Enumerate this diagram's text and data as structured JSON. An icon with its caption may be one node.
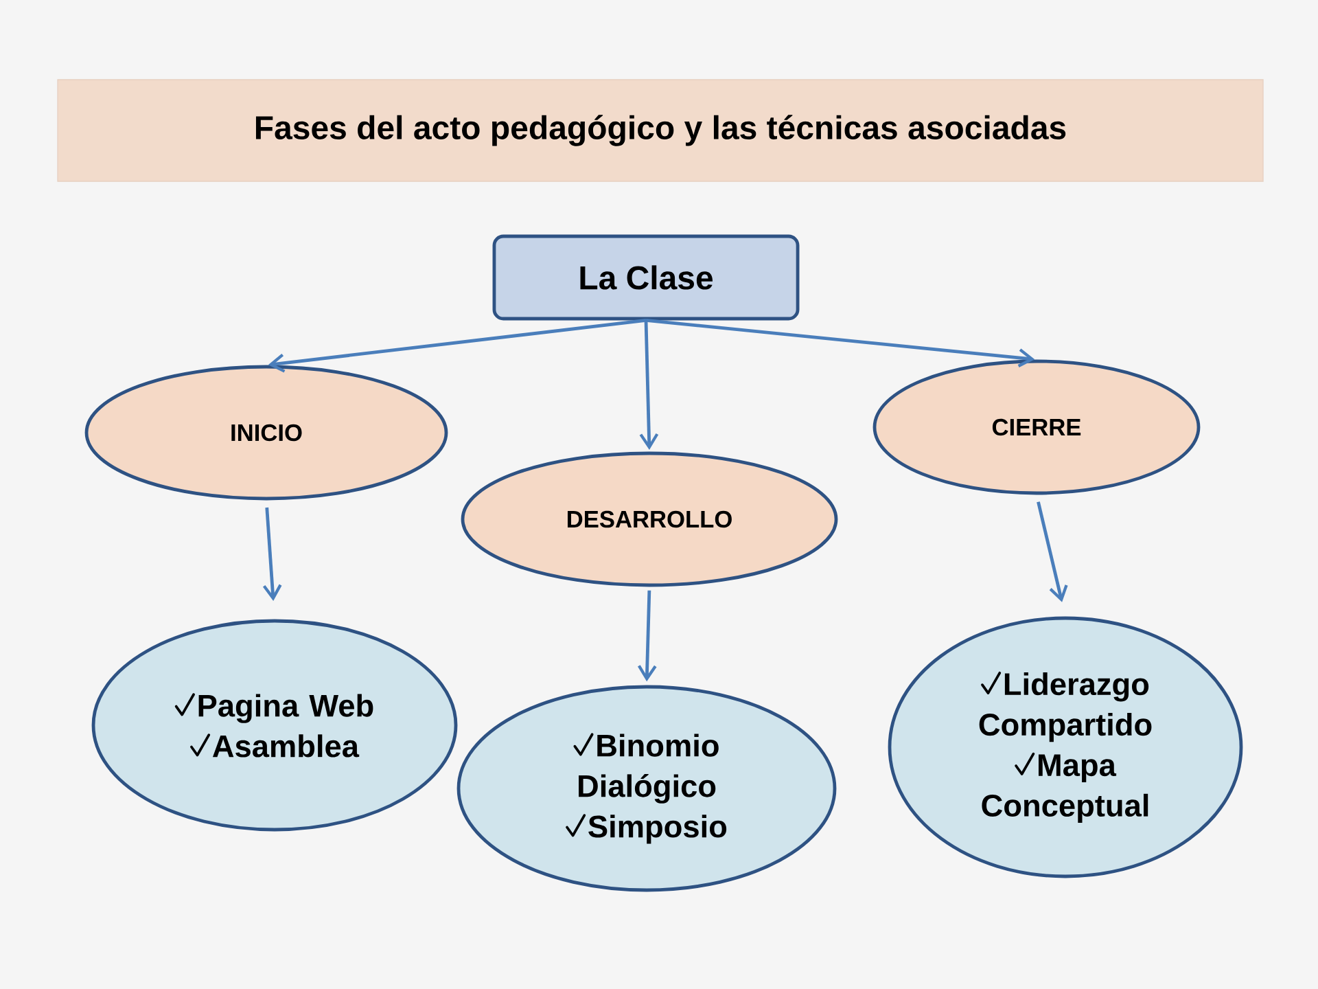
{
  "diagram": {
    "title": "Fases del acto pedagógico y las técnicas asociadas",
    "nodes": [
      {
        "text": [
          "La Clase"
        ]
      },
      {
        "text": [
          "INICIO"
        ]
      },
      {
        "text": [
          "DESARROLLO"
        ]
      },
      {
        "text": [
          "CIERRE"
        ]
      },
      {
        "text": [
          "Pagina Web",
          "Asamblea"
        ]
      },
      {
        "text": [
          "Binomio Dialógico",
          "Simposio"
        ]
      },
      {
        "text": [
          "Liderazgo Compartido",
          "Mapa Conceptual"
        ]
      }
    ],
    "edges": [
      {
        "from": 0,
        "to": 1,
        "arrow": "to"
      },
      {
        "from": 0,
        "to": 2,
        "arrow": "to"
      },
      {
        "from": 0,
        "to": 3,
        "arrow": "to"
      },
      {
        "from": 1,
        "to": 4,
        "arrow": "to"
      },
      {
        "from": 2,
        "to": 5,
        "arrow": "to"
      },
      {
        "from": 3,
        "to": 6,
        "arrow": "to"
      }
    ]
  }
}
